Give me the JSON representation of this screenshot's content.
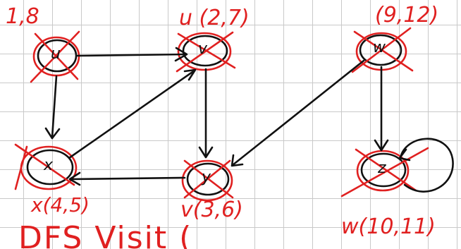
{
  "colors": {
    "ink": "#111111",
    "annotation": "#e02020",
    "grid": "#c9c9c9"
  },
  "nodes": {
    "u": {
      "name": "u",
      "label": "1,8"
    },
    "v": {
      "name": "v",
      "label": "u (2,7)"
    },
    "w": {
      "name": "w",
      "label": "(9,12)"
    },
    "x": {
      "name": "x",
      "label": "x(4,5)"
    },
    "y": {
      "name": "y",
      "label": "v(3,6)"
    },
    "z": {
      "name": "z",
      "label": "w(10,11)"
    }
  },
  "footer": {
    "text": "DFS Visit ("
  }
}
